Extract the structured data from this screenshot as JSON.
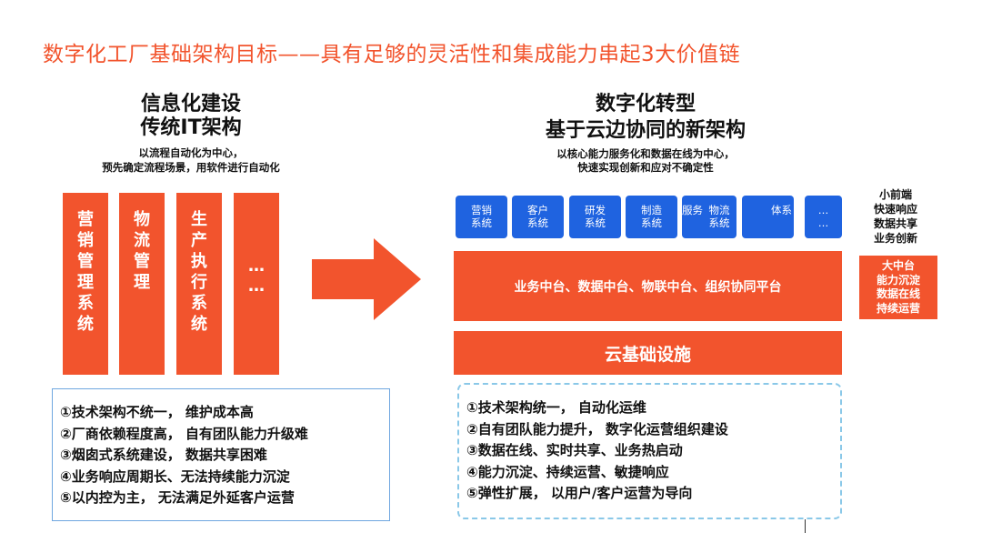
{
  "title": "数字化工厂基础架构目标——具有足够的灵活性和集成能力串起3大价值链",
  "left": {
    "heading": [
      "信息化建设",
      "传统IT架构"
    ],
    "subtitle": [
      "以流程自动化为中心，",
      "预先确定流程场景，用软件进行自动化"
    ],
    "columns": [
      [
        "营",
        "销",
        "管",
        "理",
        "系",
        "统"
      ],
      [
        "物",
        "流",
        "管",
        "理"
      ],
      [
        "生",
        "产",
        "执",
        "行",
        "系",
        "统"
      ],
      [
        "…",
        "…"
      ]
    ],
    "problems": [
      "①技术架构不统一， 维护成本高",
      "②厂商依赖程度高， 自有团队能力升级难",
      "③烟囱式系统建设， 数据共享困难",
      "④业务响应周期长、无法持续能力沉淀",
      "⑤以内控为主， 无法满足外延客户运营"
    ]
  },
  "right": {
    "heading": [
      "数字化转型",
      "基于云边协同的新架构"
    ],
    "subtitle": [
      "以核心能力服务化和数据在线为中心，",
      "快速实现创新和应对不确定性"
    ],
    "apps": [
      [
        "营销",
        "系统"
      ],
      [
        "客户",
        "系统"
      ],
      [
        "研发",
        "系统"
      ],
      [
        "制造",
        "系统"
      ],
      [
        "服务",
        ""
      ],
      [
        "物流",
        "系统"
      ],
      [
        "",
        ""
      ],
      [
        "体系",
        ""
      ],
      [
        "…",
        "…"
      ]
    ],
    "middle_platform": "业务中台、数据中台、物联中台、组织协同平台",
    "cloud": "云基础设施",
    "benefits": [
      "①技术架构统一， 自动化运维",
      "②自有团队能力提升， 数字化运营组织建设",
      "③数据在线、实时共享、业务热启动",
      "④能力沉淀、持续运营、敏捷响应",
      "⑤弹性扩展， 以用户/客户运营为导向"
    ]
  },
  "side": {
    "front": [
      "小前端",
      "快速响应",
      "数据共享",
      "业务创新"
    ],
    "middle": [
      "大中台",
      "能力沉淀",
      "数据在线",
      "持续运营"
    ]
  },
  "colors": {
    "accent": "#f2542d",
    "app_blue": "#1f63e0",
    "box_border": "#6fa7e0",
    "dash_border": "#8ac8e8"
  }
}
